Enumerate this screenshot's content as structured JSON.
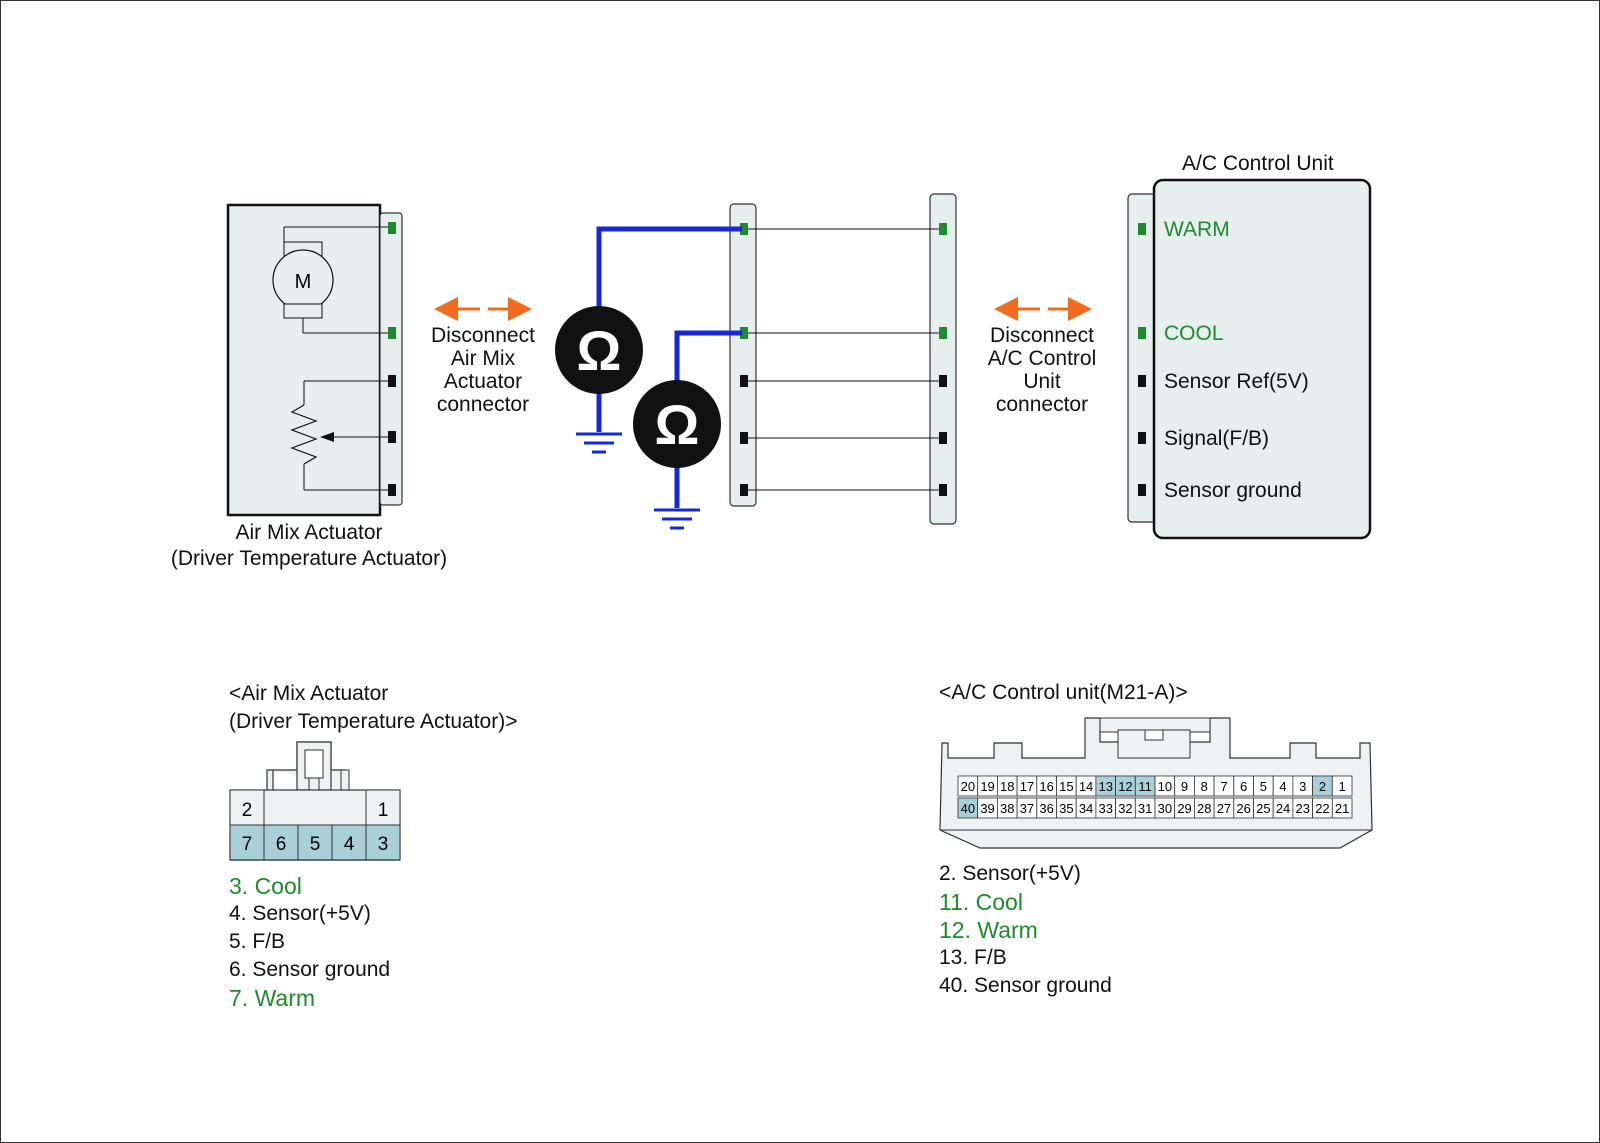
{
  "diagram": {
    "actuator": {
      "label_line1": "Air Mix Actuator",
      "label_line2": "(Driver Temperature Actuator)",
      "motor_symbol": "M"
    },
    "disconnect_actuator": [
      "Disconnect",
      "Air Mix",
      "Actuator",
      "connector"
    ],
    "disconnect_control": [
      "Disconnect",
      "A/C Control",
      "Unit",
      "connector"
    ],
    "control_unit": {
      "title": "A/C Control Unit",
      "pins": [
        {
          "label": "WARM",
          "color": "#1f8a2e"
        },
        {
          "label": "COOL",
          "color": "#1f8a2e"
        },
        {
          "label": "Sensor Ref(5V)",
          "color": "#111111"
        },
        {
          "label": "Signal(F/B)",
          "color": "#111111"
        },
        {
          "label": "Sensor ground",
          "color": "#111111"
        }
      ]
    },
    "ohmmeter_symbol": "Ω",
    "colors": {
      "wire_probe": "#1428d8",
      "arrow": "#f26a1b",
      "green_pin": "#1f8a2e",
      "panel_fill": "#e6eeee",
      "highlight_pin": "#a9cfd8"
    }
  },
  "actuator_connector": {
    "title_line1": "<Air Mix Actuator",
    "title_line2": "(Driver Temperature Actuator)>",
    "top_row": [
      "2",
      "1"
    ],
    "bottom_row": [
      "7",
      "6",
      "5",
      "4",
      "3"
    ],
    "legend": [
      {
        "text": "3. Cool",
        "color": "#1f8a2e"
      },
      {
        "text": "4. Sensor(+5V)",
        "color": "#111111"
      },
      {
        "text": "5. F/B",
        "color": "#111111"
      },
      {
        "text": "6. Sensor ground",
        "color": "#111111"
      },
      {
        "text": "7. Warm",
        "color": "#1f8a2e"
      }
    ]
  },
  "control_connector": {
    "title": "<A/C Control unit(M21-A)>",
    "top_row": [
      "20",
      "19",
      "18",
      "17",
      "16",
      "15",
      "14",
      "13",
      "12",
      "11",
      "10",
      "9",
      "8",
      "7",
      "6",
      "5",
      "4",
      "3",
      "2",
      "1"
    ],
    "bottom_row": [
      "40",
      "39",
      "38",
      "37",
      "36",
      "35",
      "34",
      "33",
      "32",
      "31",
      "30",
      "29",
      "28",
      "27",
      "26",
      "25",
      "24",
      "23",
      "22",
      "21"
    ],
    "highlighted": [
      "2",
      "11",
      "12",
      "13",
      "40"
    ],
    "legend": [
      {
        "text": "2. Sensor(+5V)",
        "color": "#111111"
      },
      {
        "text": "11. Cool",
        "color": "#1f8a2e"
      },
      {
        "text": "12. Warm",
        "color": "#1f8a2e"
      },
      {
        "text": "13. F/B",
        "color": "#111111"
      },
      {
        "text": "40. Sensor ground",
        "color": "#111111"
      }
    ]
  }
}
